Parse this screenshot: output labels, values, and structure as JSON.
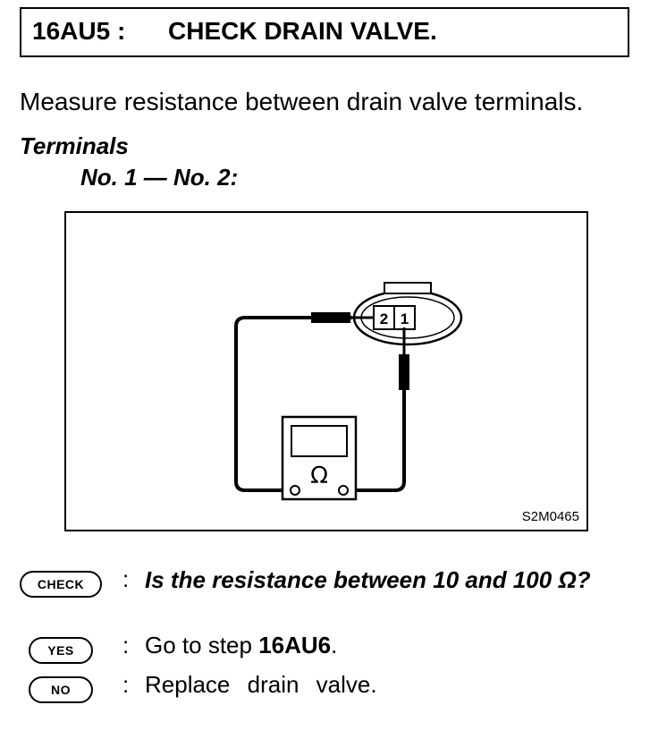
{
  "step": {
    "code": "16AU5 :",
    "title": "CHECK DRAIN VALVE."
  },
  "instruction": "Measure resistance between drain valve terminals.",
  "terminals": {
    "heading": "Terminals",
    "value": "No. 1 — No. 2:"
  },
  "figure": {
    "id": "S2M0465",
    "connector_pins": [
      "2",
      "1"
    ],
    "meter_symbol": "Ω"
  },
  "check": {
    "badge": "CHECK",
    "colon": ":",
    "question": "Is the resistance between 10 and 100 Ω?"
  },
  "yes": {
    "badge": "YES",
    "colon": ":",
    "prefix": "Go to step ",
    "step_ref": "16AU6",
    "suffix": "."
  },
  "no": {
    "badge": "NO",
    "colon": ":",
    "text": "Replace drain valve."
  }
}
